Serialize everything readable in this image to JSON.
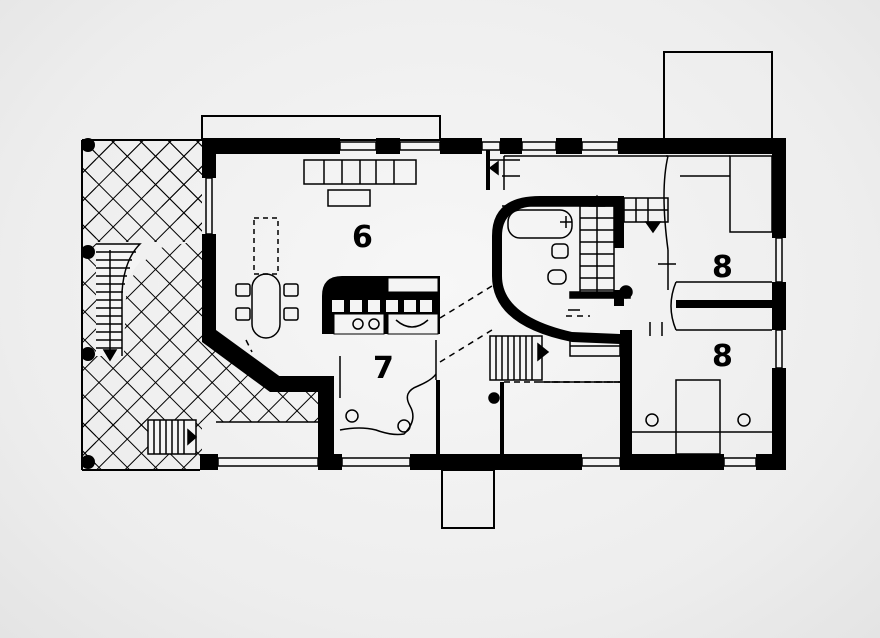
{
  "floor_plan": {
    "room_labels": [
      {
        "id": "living-dining",
        "number": "6"
      },
      {
        "id": "kitchen",
        "number": "7"
      },
      {
        "id": "bedroom-upper",
        "number": "8"
      },
      {
        "id": "bedroom-lower",
        "number": "8"
      }
    ]
  }
}
